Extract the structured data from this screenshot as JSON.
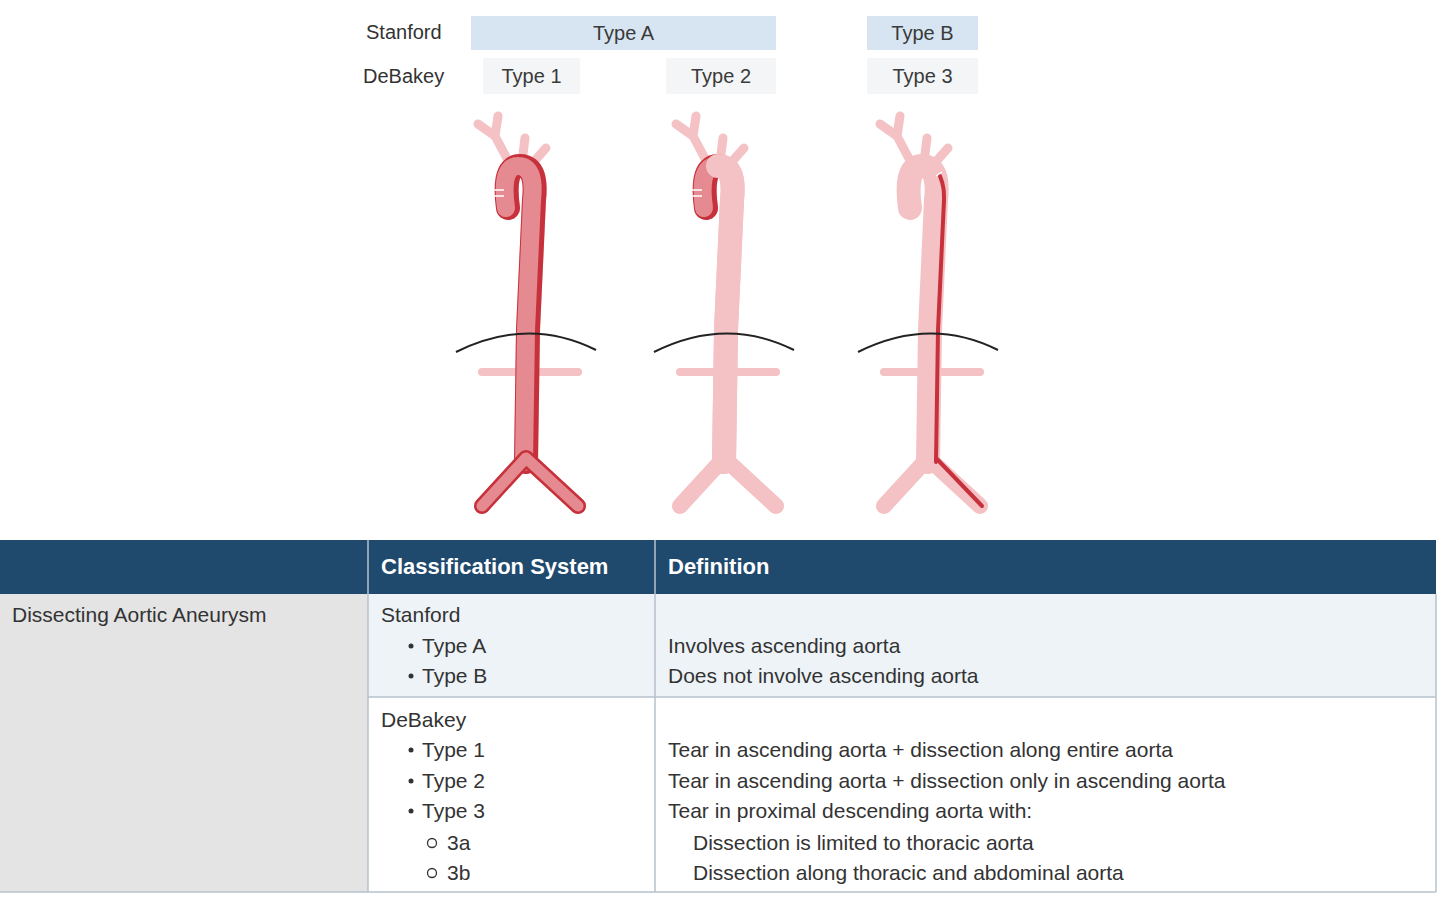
{
  "diagram": {
    "nodes": [
      {
        "text": [
          "Type A"
        ]
      },
      {
        "text": [
          "Type B"
        ]
      },
      {
        "text": [
          "Type 1"
        ]
      },
      {
        "text": [
          "Type 2"
        ]
      },
      {
        "text": [
          "Type 3"
        ]
      }
    ],
    "labels": [
      "Stanford",
      "DeBakey",
      "Classification System",
      "Definition",
      "Dissecting Aortic Aneurysm",
      "Stanford",
      "Type A",
      "Type B",
      "Involves ascending aorta",
      "Does not involve ascending aorta",
      "DeBakey",
      "Type 1",
      "Type 2",
      "Type 3",
      "3a",
      "3b",
      "Tear in ascending aorta + dissection along entire aorta",
      "Tear in ascending aorta + dissection only in ascending aorta",
      "Tear in proximal descending aorta with:",
      "Dissection is limited to thoracic aorta",
      "Dissection along thoracic and abdominal aorta"
    ]
  }
}
